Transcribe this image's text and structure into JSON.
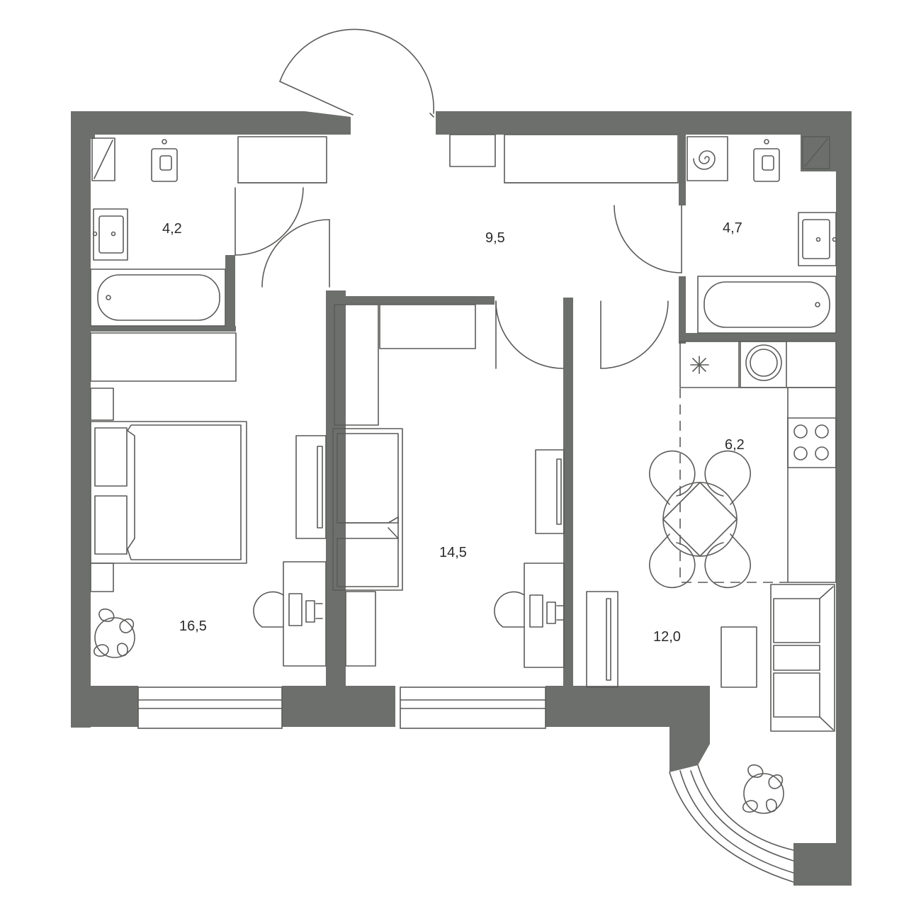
{
  "rooms": [
    {
      "id": "bathroom-left",
      "area": "4,2"
    },
    {
      "id": "hallway",
      "area": "9,5"
    },
    {
      "id": "bathroom-right",
      "area": "4,7"
    },
    {
      "id": "kitchen",
      "area": "6,2"
    },
    {
      "id": "bedroom-child",
      "area": "14,5"
    },
    {
      "id": "bedroom-master",
      "area": "16,5"
    },
    {
      "id": "living-room",
      "area": "12,0"
    }
  ],
  "colors": {
    "wall": "#6d6f6c",
    "line": "#5a5c59",
    "background": "#ffffff"
  },
  "icons": [
    "toilet-icon",
    "sink-icon",
    "bathtub-icon",
    "washing-machine-icon",
    "wardrobe-icon",
    "bed-icon",
    "desk-icon",
    "chair-icon",
    "tv-icon",
    "plant-icon",
    "dining-table-icon",
    "stove-icon",
    "sofa-icon",
    "door-icon",
    "window-icon"
  ]
}
